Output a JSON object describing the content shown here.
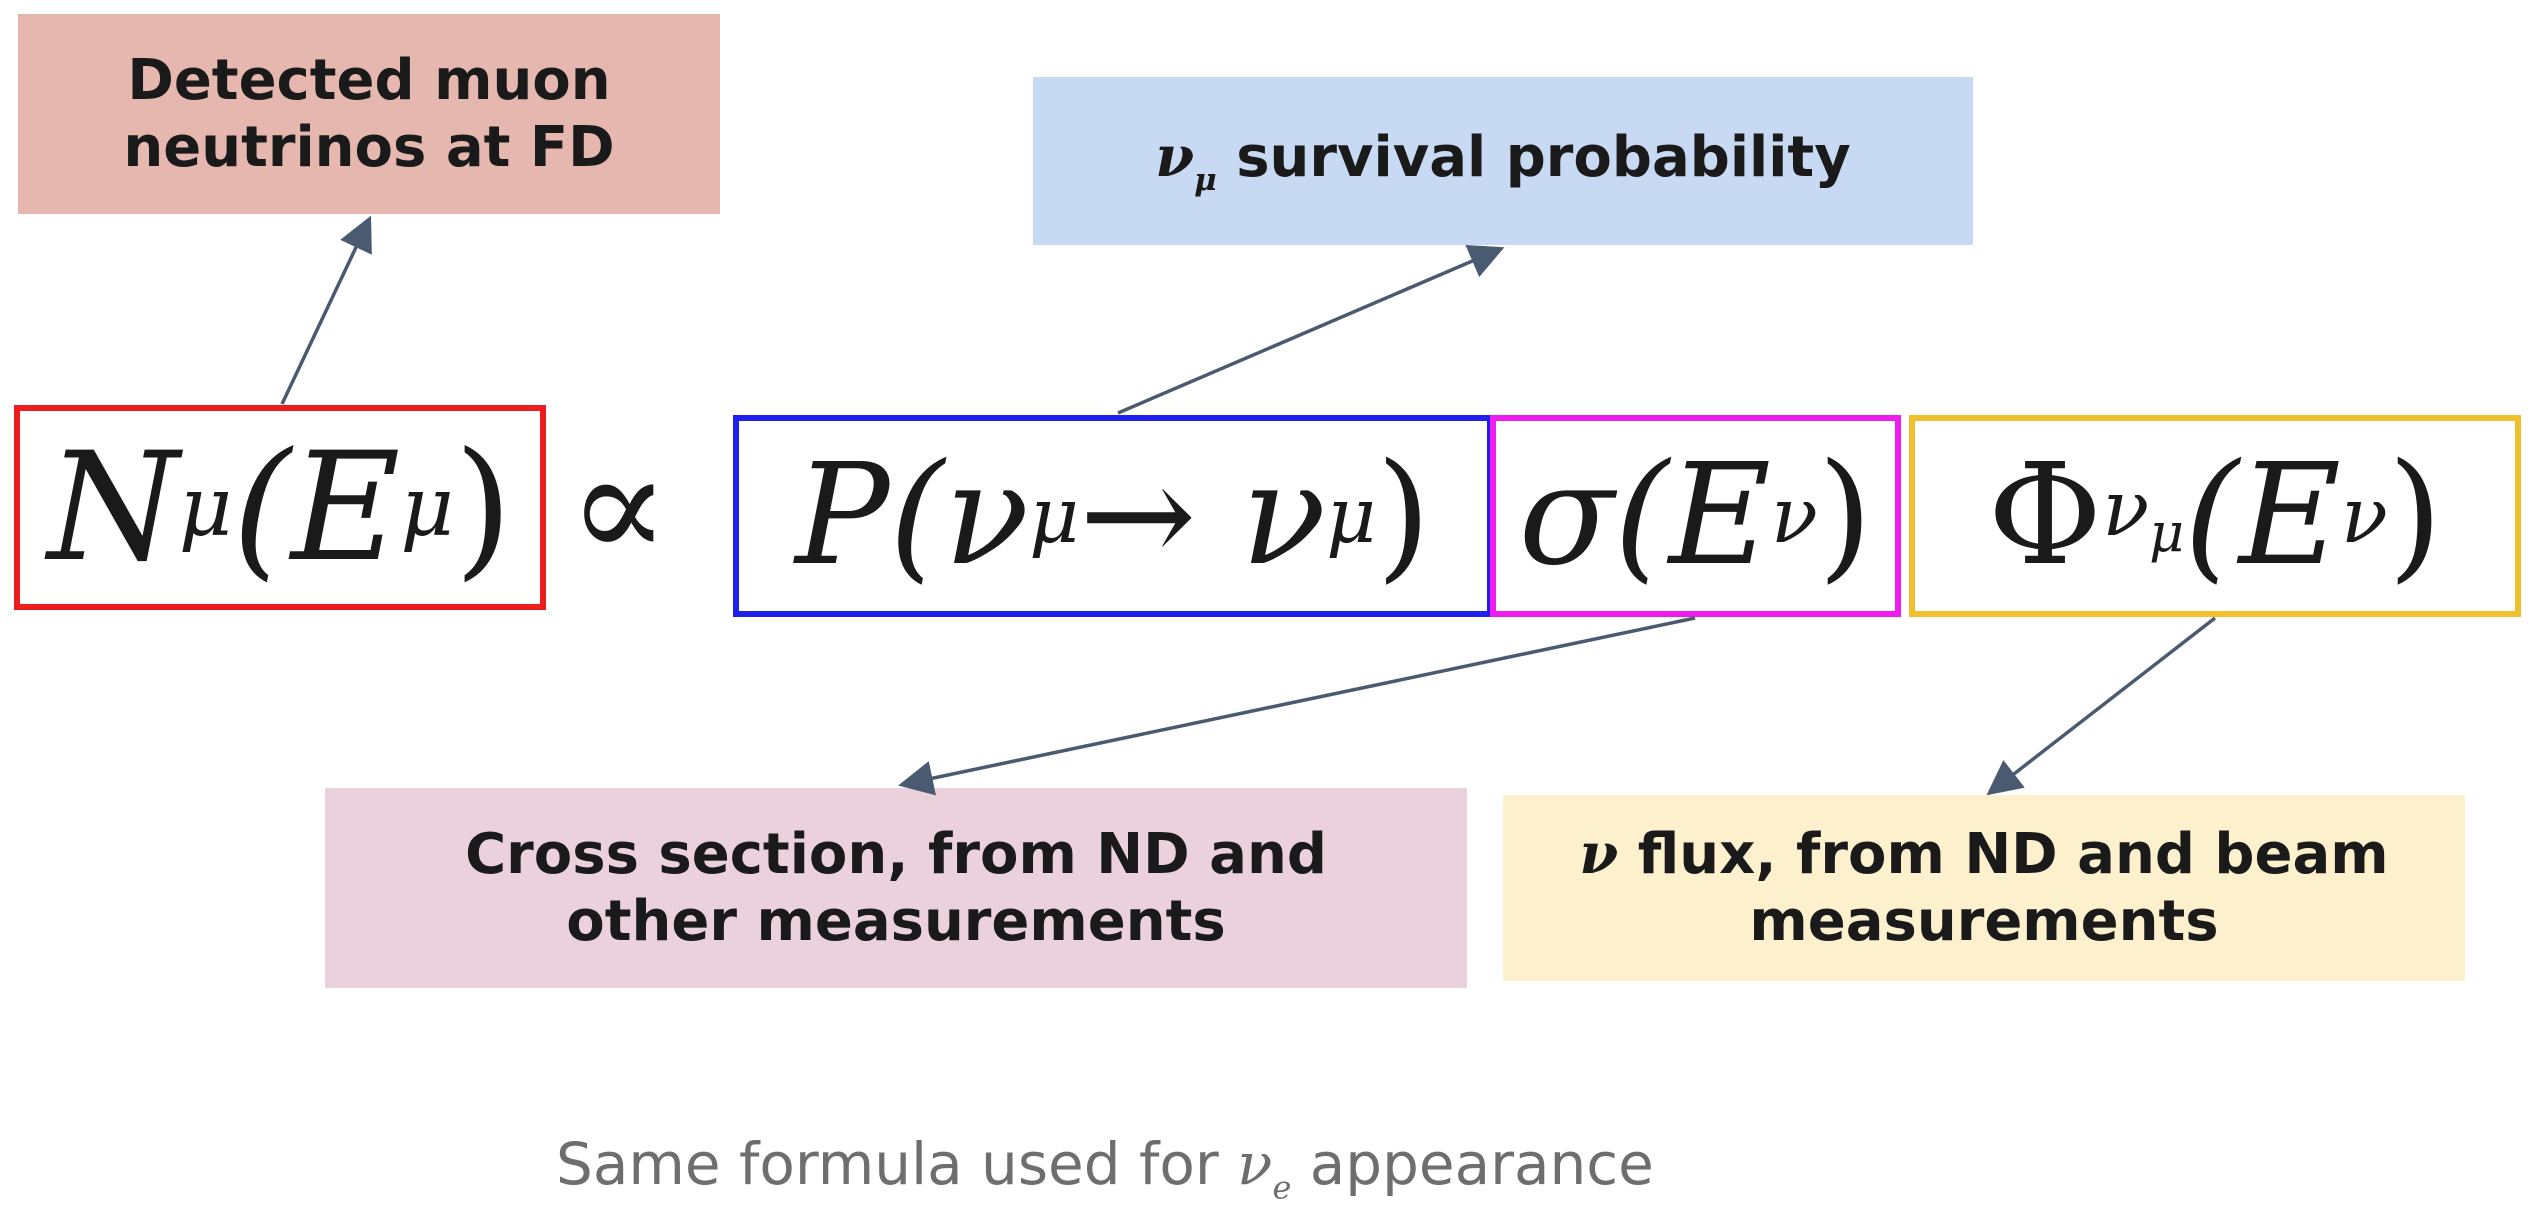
{
  "labels": {
    "detected": "Detected muon neutrinos at FD",
    "survival_symbol": "ν",
    "survival_sub": "μ",
    "survival_text": " survival probability",
    "cross_section": "Cross section, from ND and other measurements",
    "flux_symbol": "ν",
    "flux_text": " flux, from ND and beam measurements"
  },
  "formula": {
    "term_n": "N",
    "term_n_sub": "μ",
    "term_n_arg": "(E",
    "term_n_arg_sub": "μ",
    "term_n_close": ")",
    "proportional": "∝",
    "term_p": "P(ν",
    "term_p_sub1": "μ",
    "term_p_arrow": " → ν",
    "term_p_sub2": "μ",
    "term_p_close": ")",
    "term_sigma": "σ(E",
    "term_sigma_sub": "ν",
    "term_sigma_close": ")",
    "term_phi": "Φ",
    "term_phi_sub": "ν",
    "term_phi_subsub": "μ",
    "term_phi_arg": "(E",
    "term_phi_arg_sub": "ν",
    "term_phi_close": ")"
  },
  "footnote": {
    "prefix": "Same formula used  for ",
    "symbol": "ν",
    "sub": "e",
    "suffix": " appearance"
  },
  "colors": {
    "detected_bg": "#e6b7af",
    "survival_bg": "#c8d9f4",
    "cross_bg": "#ead1dc",
    "flux_bg": "#fdf0cc",
    "box_red": "#ee1c1c",
    "box_blue": "#1f1fee",
    "box_magenta": "#ee1cee",
    "box_gold": "#f2c02c",
    "arrow": "#4a5a70"
  }
}
